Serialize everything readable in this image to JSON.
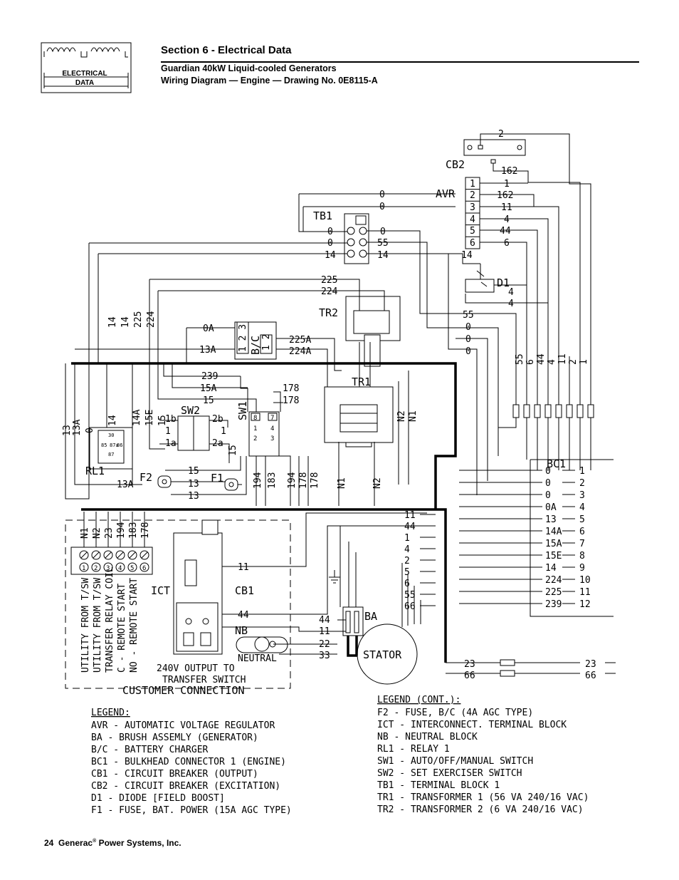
{
  "header": {
    "icon_text_line1": "ELECTRICAL",
    "icon_text_line2": "DATA",
    "section": "Section 6 - Electrical Data",
    "subtitle1": "Guardian 40kW Liquid-cooled Generators",
    "subtitle2": "Wiring Diagram — Engine — Drawing No. 0E8115-A"
  },
  "footer": {
    "page": "24",
    "company": "Generac",
    "reg": "®",
    "suffix": " Power Systems, Inc."
  },
  "components": {
    "cb2": "CB2",
    "avr": "AVR",
    "tb1": "TB1",
    "tr2": "TR2",
    "tr1": "TR1",
    "d1": "D1",
    "bc": "B/C",
    "sw1": "SW1",
    "sw2": "SW2",
    "rl1": "RL1",
    "f1": "F1",
    "f2": "F2",
    "bc1": "BC1",
    "ict": "ICT",
    "cb1": "CB1",
    "nb": "NB",
    "ba": "BA",
    "stator": "STATOR",
    "neutral": "NEUTRAL",
    "output_line1": "240V OUTPUT TO",
    "output_line2": "TRANSFER SWITCH",
    "customer": "CUSTOMER CONNECTION"
  },
  "wires": {
    "cb2_top": "2",
    "cb2_162": "162",
    "avr_pins": [
      "1",
      "2",
      "3",
      "4",
      "5",
      "6"
    ],
    "avr_wires": [
      "1",
      "162",
      "11",
      "4",
      "44",
      "6"
    ],
    "avr_14": "14",
    "tb1_left": [
      "0",
      "0",
      "0",
      "0",
      "14"
    ],
    "tb1_right": [
      "0",
      "55",
      "14"
    ],
    "tr2_wires": [
      "225",
      "224"
    ],
    "d1_wires": [
      "4",
      "4"
    ],
    "mid_right": [
      "55",
      "0",
      "0",
      "0"
    ],
    "vert_right": [
      "55",
      "6",
      "44",
      "4",
      "11",
      "2",
      "1"
    ],
    "vert_left": [
      "14",
      "14",
      "225",
      "224"
    ],
    "oa": "0A",
    "13a": "13A",
    "bc_pins_a": "1 2 3",
    "bc_pins_b": "1 2",
    "bc_right": [
      "225A",
      "224A"
    ],
    "sw_group": [
      "239",
      "15A",
      "15"
    ],
    "sw1_right": [
      "178",
      "178"
    ],
    "rl1_left": [
      "13",
      "13A",
      "0",
      "14",
      "14A",
      "15E",
      "15"
    ],
    "sw2_left": [
      "1b",
      "1",
      "1a"
    ],
    "sw2_right": [
      "2b",
      "1",
      "2a"
    ],
    "sw1_pins": [
      "8",
      "7",
      "1",
      "4",
      "2",
      "3"
    ],
    "f_wires": [
      "15",
      "13",
      "13"
    ],
    "f2_13a": "13A",
    "bottom_vert": [
      "15",
      "194",
      "183",
      "194",
      "178",
      "178",
      "N1",
      "N2"
    ],
    "tr1_vert": [
      "N2",
      "N1"
    ],
    "rl1_pins": [
      "30",
      "85",
      "87a",
      "86",
      "87"
    ],
    "bc1_left": [
      "0",
      "0",
      "0",
      "0A",
      "13",
      "14A",
      "15A",
      "15E",
      "14",
      "224",
      "225",
      "239"
    ],
    "bc1_right": [
      "1",
      "2",
      "3",
      "4",
      "5",
      "6",
      "7",
      "8",
      "9",
      "10",
      "11",
      "12"
    ],
    "stator_wires": [
      "11",
      "44",
      "1",
      "4",
      "2",
      "5",
      "6",
      "55",
      "66"
    ],
    "ba_wires": [
      "44",
      "11"
    ],
    "cb1_wires": [
      "11",
      "44"
    ],
    "nb_wires": [
      "22",
      "33"
    ],
    "ict_top": [
      "N1",
      "N2",
      "23",
      "194",
      "183",
      "178"
    ],
    "ict_pins": [
      "1",
      "2",
      "3",
      "4",
      "5",
      "6"
    ],
    "ict_labels": [
      "UTILITY FROM T/SW",
      "UTILITY FROM T/SW",
      "TRANSFER RELAY COIL",
      "C - REMOTE START",
      "NO - REMOTE START"
    ],
    "out_wires": [
      "23",
      "66"
    ]
  },
  "legend": {
    "title": "LEGEND:",
    "items": [
      "AVR -  AUTOMATIC VOLTAGE REGULATOR",
      "BA  -  BRUSH ASSEMLY (GENERATOR)",
      "B/C -  BATTERY CHARGER",
      "BC1 -  BULKHEAD CONNECTOR 1 (ENGINE)",
      "CB1 -  CIRCUIT BREAKER (OUTPUT)",
      "CB2 -  CIRCUIT BREAKER (EXCITATION)",
      "D1  -  DIODE [FIELD BOOST]",
      "F1  -  FUSE, BAT. POWER (15A AGC TYPE)"
    ],
    "title2": "LEGEND (CONT.):",
    "items2": [
      "F2  -  FUSE, B/C (4A AGC TYPE)",
      "ICT -  INTERCONNECT. TERMINAL BLOCK",
      "NB  -  NEUTRAL BLOCK",
      "RL1 -  RELAY 1",
      "SW1 -  AUTO/OFF/MANUAL SWITCH",
      "SW2 -  SET EXERCISER SWITCH",
      "TB1 -  TERMINAL BLOCK 1",
      "TR1 -  TRANSFORMER 1 (56 VA 240/16 VAC)",
      "TR2 -  TRANSFORMER 2 (6 VA 240/16 VAC)"
    ]
  }
}
